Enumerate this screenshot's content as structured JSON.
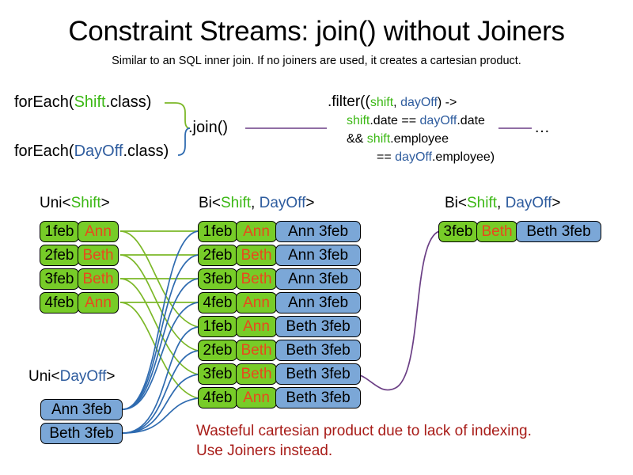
{
  "title": "Constraint Streams: join() without Joiners",
  "subtitle": "Similar to an SQL inner join. If no joiners are used, it creates a cartesian product.",
  "code": {
    "forEach_shift_prefix": "forEach(",
    "forEach_shift_type": "Shift",
    "forEach_shift_suffix": ".class)",
    "forEach_dayoff_prefix": "forEach(",
    "forEach_dayoff_type": "DayOff",
    "forEach_dayoff_suffix": ".class)",
    "join_label": ".join()",
    "ellipsis": "…",
    "filter": {
      "line1_a": ".filter((",
      "line1_shift": "shift",
      "line1_comma": ", ",
      "line1_dayoff": "dayOff",
      "line1_b": ") ->",
      "line2_shift": "shift",
      "line2_a": ".date == ",
      "line2_dayoff": "dayOff",
      "line2_b": ".date",
      "line3_a": "&& ",
      "line3_shift": "shift",
      "line3_b": ".employee",
      "line4_a": "== ",
      "line4_dayoff": "dayOff",
      "line4_b": ".employee)"
    }
  },
  "headers": {
    "uni_shift": {
      "prefix": "Uni<",
      "type": "Shift",
      "suffix": ">"
    },
    "bi_mid": {
      "prefix": "Bi<",
      "type1": "Shift",
      "sep": ", ",
      "type2": "DayOff",
      "suffix": ">"
    },
    "bi_right": {
      "prefix": "Bi<",
      "type1": "Shift",
      "sep": ", ",
      "type2": "DayOff",
      "suffix": ">"
    },
    "uni_dayoff": {
      "prefix": "Uni<",
      "type": "DayOff",
      "suffix": ">"
    }
  },
  "colors": {
    "shift_green": "#3cb815",
    "dayoff_blue": "#2e5c9e",
    "card_green": "#77cc28",
    "card_blue": "#7ba7d7",
    "name_orange": "#e8491d",
    "warning_red": "#a81c18",
    "wire_green": "#7cb828",
    "wire_blue": "#2f6bb0",
    "wire_purple": "#6b3f85"
  },
  "uni_shift_rows": [
    {
      "date": "1feb",
      "name": "Ann"
    },
    {
      "date": "2feb",
      "name": "Beth"
    },
    {
      "date": "3feb",
      "name": "Beth"
    },
    {
      "date": "4feb",
      "name": "Ann"
    }
  ],
  "uni_dayoff_rows": [
    {
      "dayoff": "Ann 3feb"
    },
    {
      "dayoff": "Beth 3feb"
    }
  ],
  "bi_mid_rows": [
    {
      "date": "1feb",
      "name": "Ann",
      "dayoff": "Ann 3feb"
    },
    {
      "date": "2feb",
      "name": "Beth",
      "dayoff": "Ann 3feb"
    },
    {
      "date": "3feb",
      "name": "Beth",
      "dayoff": "Ann 3feb"
    },
    {
      "date": "4feb",
      "name": "Ann",
      "dayoff": "Ann 3feb"
    },
    {
      "date": "1feb",
      "name": "Ann",
      "dayoff": "Beth 3feb"
    },
    {
      "date": "2feb",
      "name": "Beth",
      "dayoff": "Beth 3feb"
    },
    {
      "date": "3feb",
      "name": "Beth",
      "dayoff": "Beth 3feb"
    },
    {
      "date": "4feb",
      "name": "Ann",
      "dayoff": "Beth 3feb"
    }
  ],
  "bi_right_rows": [
    {
      "date": "3feb",
      "name": "Beth",
      "dayoff": "Beth 3feb"
    }
  ],
  "warning": {
    "line1": "Wasteful cartesian product due to lack of indexing.",
    "line2": "Use Joiners instead."
  }
}
